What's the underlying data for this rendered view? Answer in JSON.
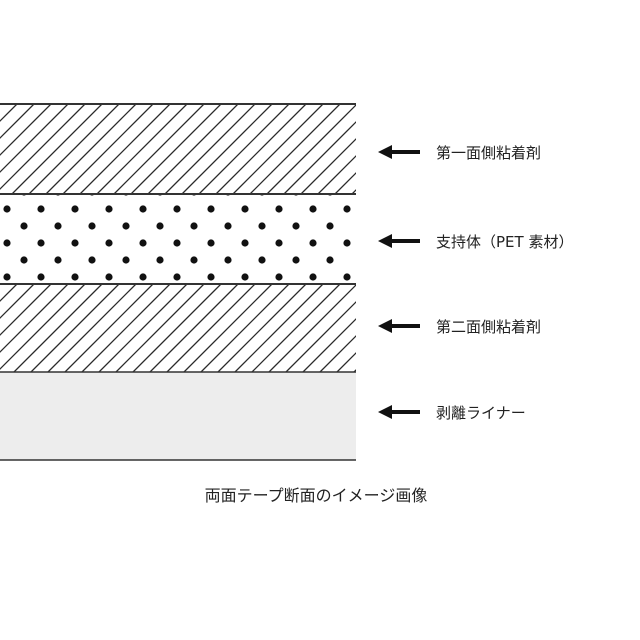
{
  "diagram": {
    "layers": [
      {
        "label": "第一面側粘着剤",
        "pattern": "diagonal-hatch"
      },
      {
        "label": "支持体（PET 素材）",
        "pattern": "dots"
      },
      {
        "label": "第二面側粘着剤",
        "pattern": "diagonal-hatch"
      },
      {
        "label": "剥離ライナー",
        "pattern": "solid-light-gray"
      }
    ],
    "caption": "両面テープ断面のイメージ画像",
    "colors": {
      "line": "#333333",
      "hatch": "#2a2a2a",
      "dot": "#111111",
      "liner_fill": "#ededed"
    },
    "icons": {
      "arrow": "left-arrow-icon"
    }
  }
}
